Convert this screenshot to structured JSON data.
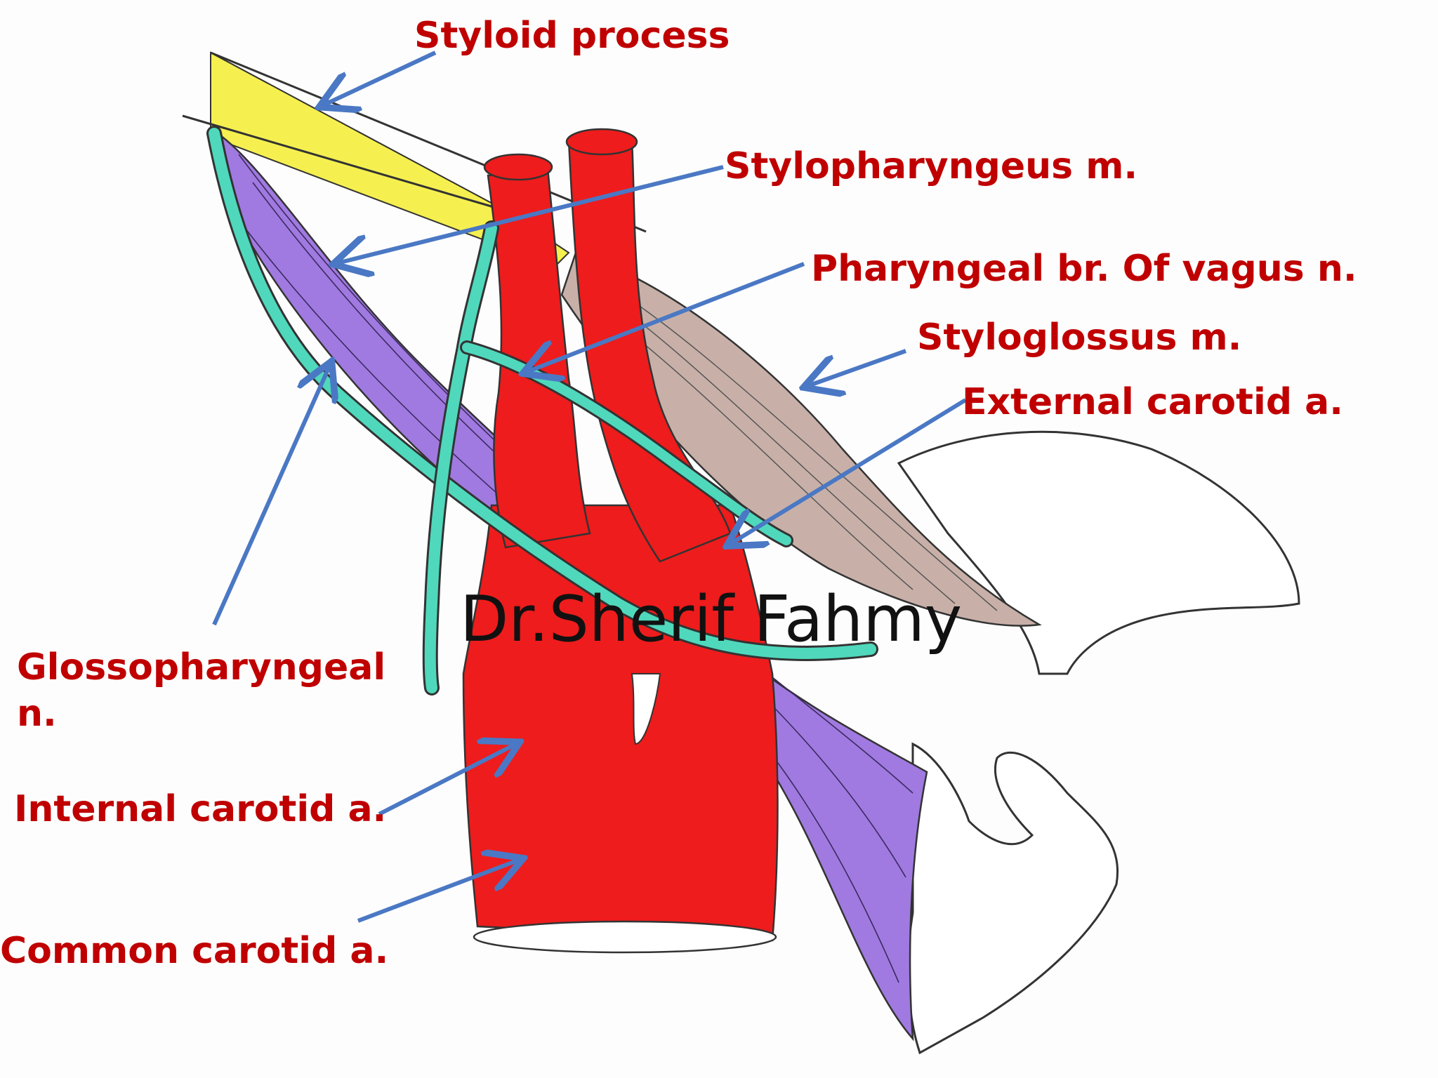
{
  "labels": {
    "styloid_process": "Styloid process",
    "stylopharyngeus": "Stylopharyngeus m.",
    "pharyngeal_branch": "Pharyngeal br. Of vagus n.",
    "styloglossus": "Styloglossus m.",
    "external_carotid": "External carotid a.",
    "glossopharyngeal": "Glossopharyngeal n.",
    "internal_carotid": "Internal carotid a.",
    "common_carotid": "Common carotid a."
  },
  "watermark": "Dr.Sherif Fahmy",
  "colors": {
    "label_text": "#c00000",
    "arrow": "#4a78c4",
    "artery": "#ee1c1c",
    "muscle_purple": "#a07ae0",
    "muscle_brown": "#c8b0a8",
    "nerve": "#4fd8bc",
    "styloid": "#f5f050",
    "outline": "#333333"
  }
}
